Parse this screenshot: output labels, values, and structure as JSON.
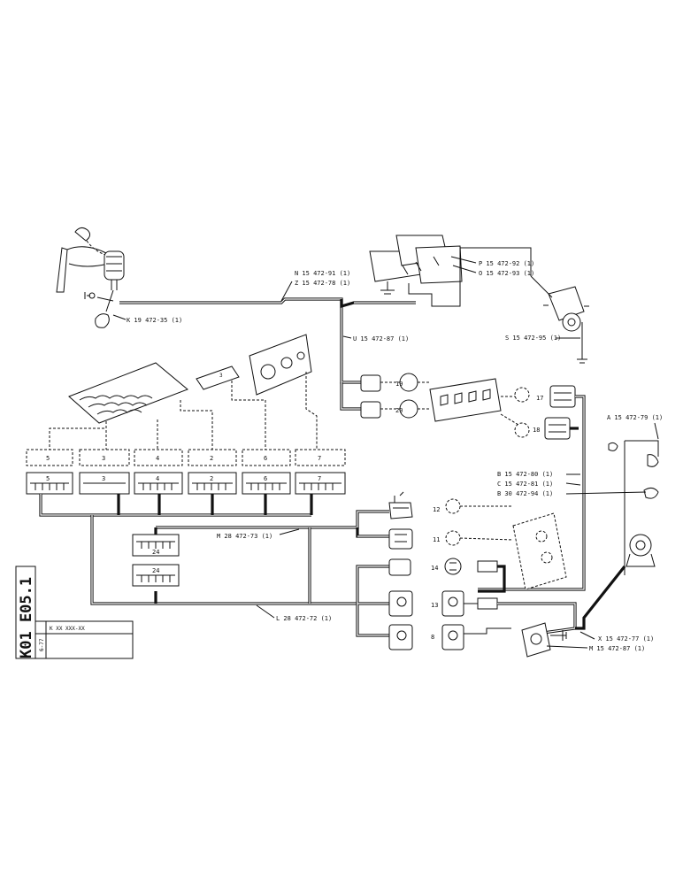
{
  "title_block": {
    "code": "K01 E05.1",
    "ref": "K XX XXX-XX",
    "date": "6-77"
  },
  "callouts": {
    "n": "N 15 472-91 (1)",
    "z": "Z 15 472-78 (1)",
    "k": "K 19 472-35 (1)",
    "u": "U 15 472-87 (1)",
    "p": "P 15 472-92 (1)",
    "o": "O 15 472-93 (1)",
    "s": "S 15 472-95 (1)",
    "a": "A 15 472-79 (1)",
    "b1": "B 15 472-80 (1)",
    "c": "C 15 472-81 (1)",
    "b2": "B 30 472-94 (1)",
    "m1": "M 28 472-73 (1)",
    "l": "L 28 472-72 (1)",
    "x": "X 15 472-77 (1)",
    "m2": "M 15 472-87 (1)"
  },
  "connectors": {
    "upper_row": [
      "5",
      "3",
      "4",
      "2",
      "6",
      "7"
    ],
    "lower_row": [
      "5",
      "3",
      "4",
      "2",
      "6",
      "7"
    ],
    "sub_boxes": [
      "24",
      "24"
    ],
    "right_column": [
      "19",
      "20",
      "17",
      "18",
      "12",
      "11",
      "14",
      "13",
      "8"
    ]
  }
}
